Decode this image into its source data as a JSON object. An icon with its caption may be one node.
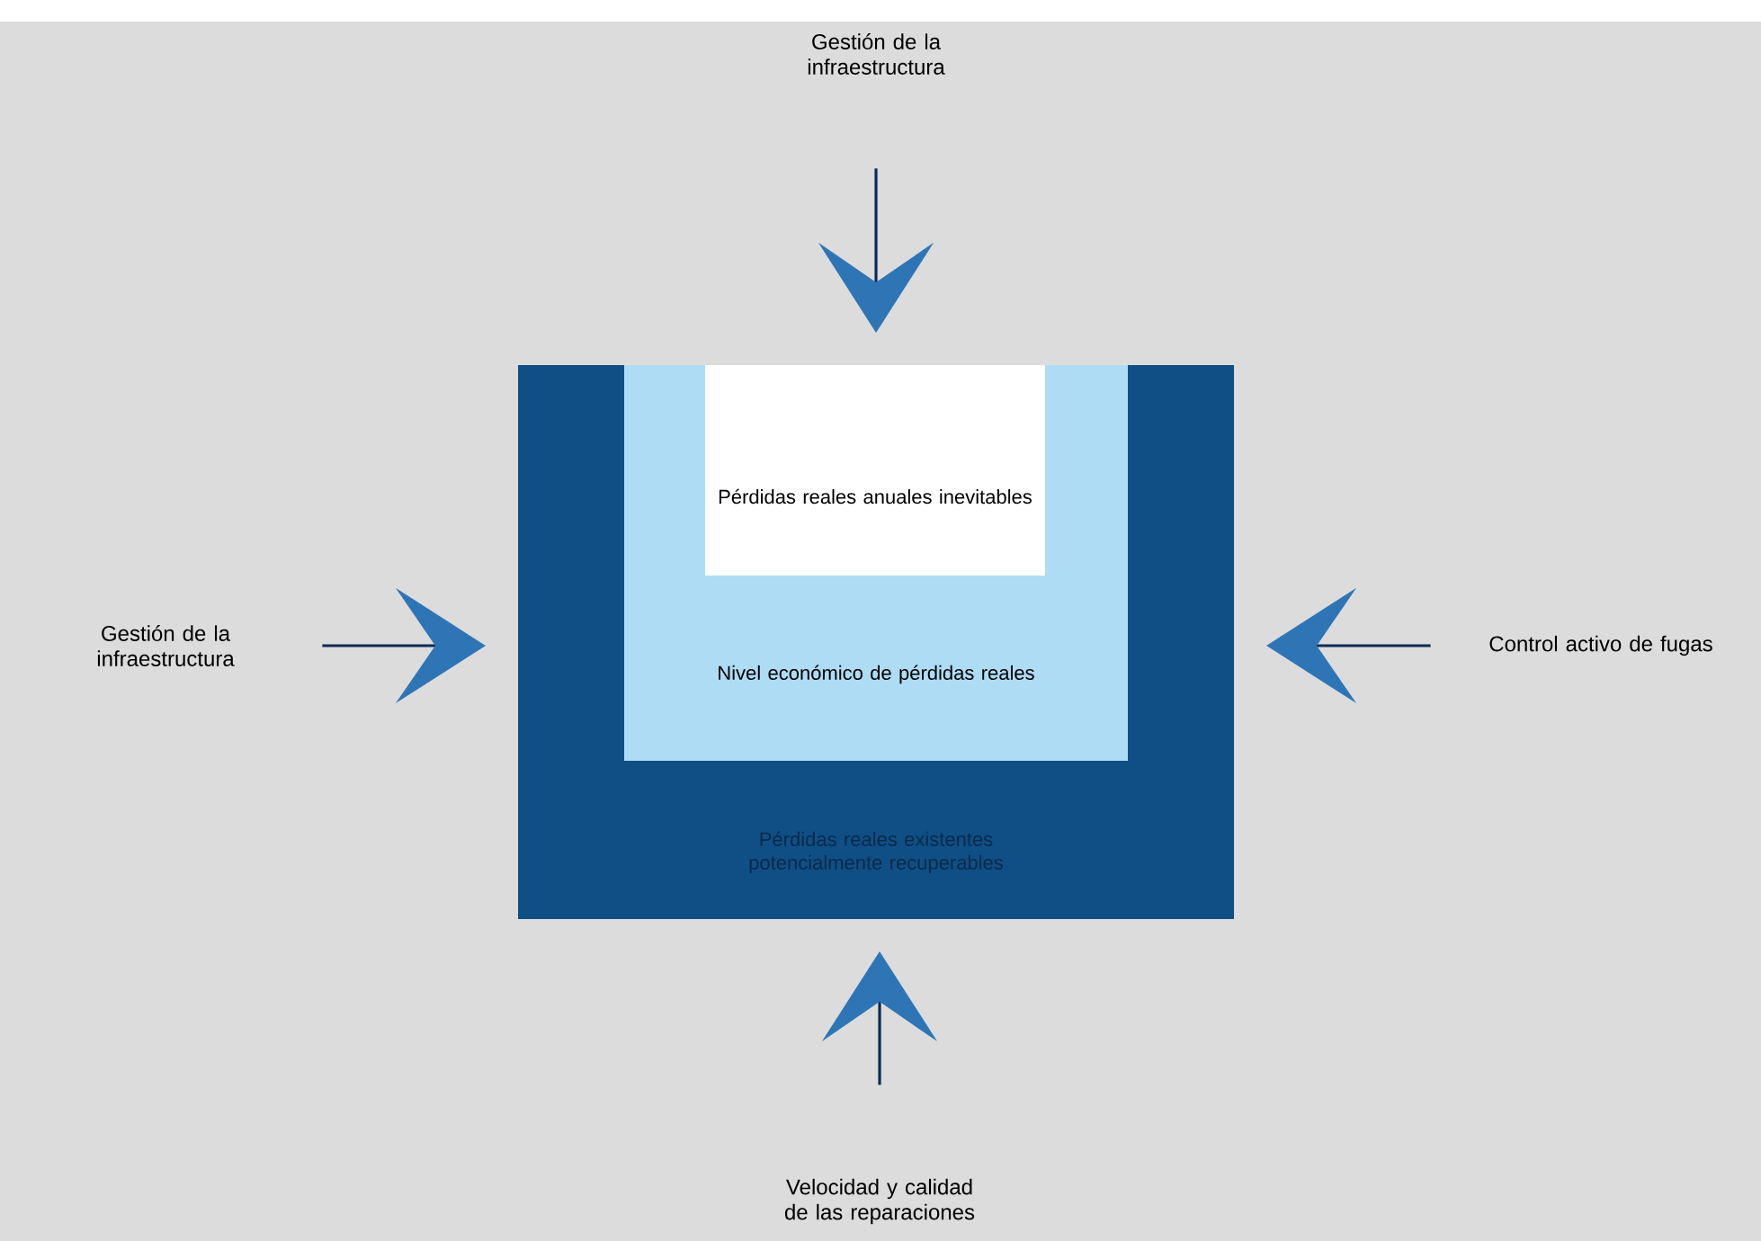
{
  "diagram": {
    "nodes": [
      {
        "text": [
          "Gestión de la infraestructura"
        ]
      },
      {
        "text": [
          "Gestión de la infraestructura"
        ]
      },
      {
        "text": [
          "Control activo de fugas"
        ]
      },
      {
        "text": [
          "Velocidad y calidad de las reparaciones"
        ]
      },
      {
        "text": [
          "Pérdidas reales existentes potencialmente recuperables"
        ]
      },
      {
        "text": [
          "Nivel económico de pérdidas reales"
        ],
        "in": 4
      },
      {
        "text": [
          "Pérdidas reales anuales inevitables"
        ],
        "in": 5
      }
    ],
    "edges": [
      {
        "from": 0,
        "to": 4,
        "arrow": "to"
      },
      {
        "from": 1,
        "to": 4,
        "arrow": "to"
      },
      {
        "from": 2,
        "to": 4,
        "arrow": "to"
      },
      {
        "from": 3,
        "to": 4,
        "arrow": "to"
      }
    ]
  }
}
